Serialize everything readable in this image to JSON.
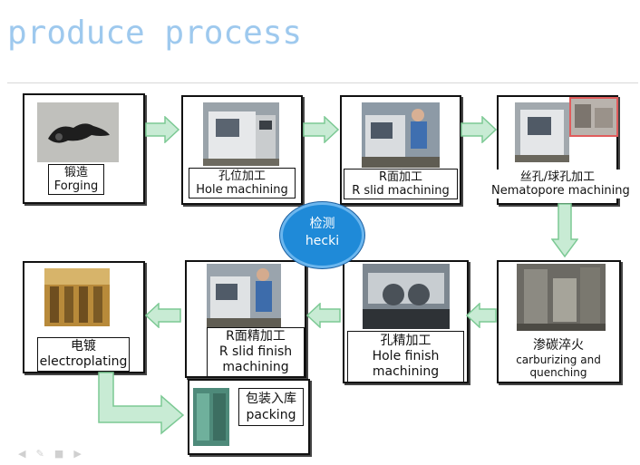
{
  "title": "produce process",
  "inspection": {
    "label_cn": "检测",
    "label_en": "hecki"
  },
  "steps": [
    {
      "cn": "锻造",
      "en": [
        "Forging"
      ]
    },
    {
      "cn": "孔位加工",
      "en": [
        "Hole machining"
      ]
    },
    {
      "cn": "R面加工",
      "en": [
        "R slid machining"
      ]
    },
    {
      "cn": "丝孔/球孔加工",
      "en": [
        "Nematopore machining"
      ]
    },
    {
      "cn": "渗碳淬火",
      "en": [
        "carburizing and",
        "quenching"
      ]
    },
    {
      "cn": "孔精加工",
      "en": [
        "Hole finish",
        "machining"
      ]
    },
    {
      "cn": "R面精加工",
      "en": [
        "R slid finish",
        "machining"
      ]
    },
    {
      "cn": "电镀",
      "en": [
        "electroplating"
      ]
    },
    {
      "cn": "包装入库",
      "en": [
        "packing"
      ]
    }
  ],
  "colors": {
    "arrow_fill": "#c8ebd4",
    "arrow_stroke": "#7cc994",
    "title": "#9ec9ee",
    "bubble": "#1f8ad8"
  },
  "nav_icons": [
    "prev-icon",
    "edit-icon",
    "menu-icon",
    "next-icon"
  ]
}
